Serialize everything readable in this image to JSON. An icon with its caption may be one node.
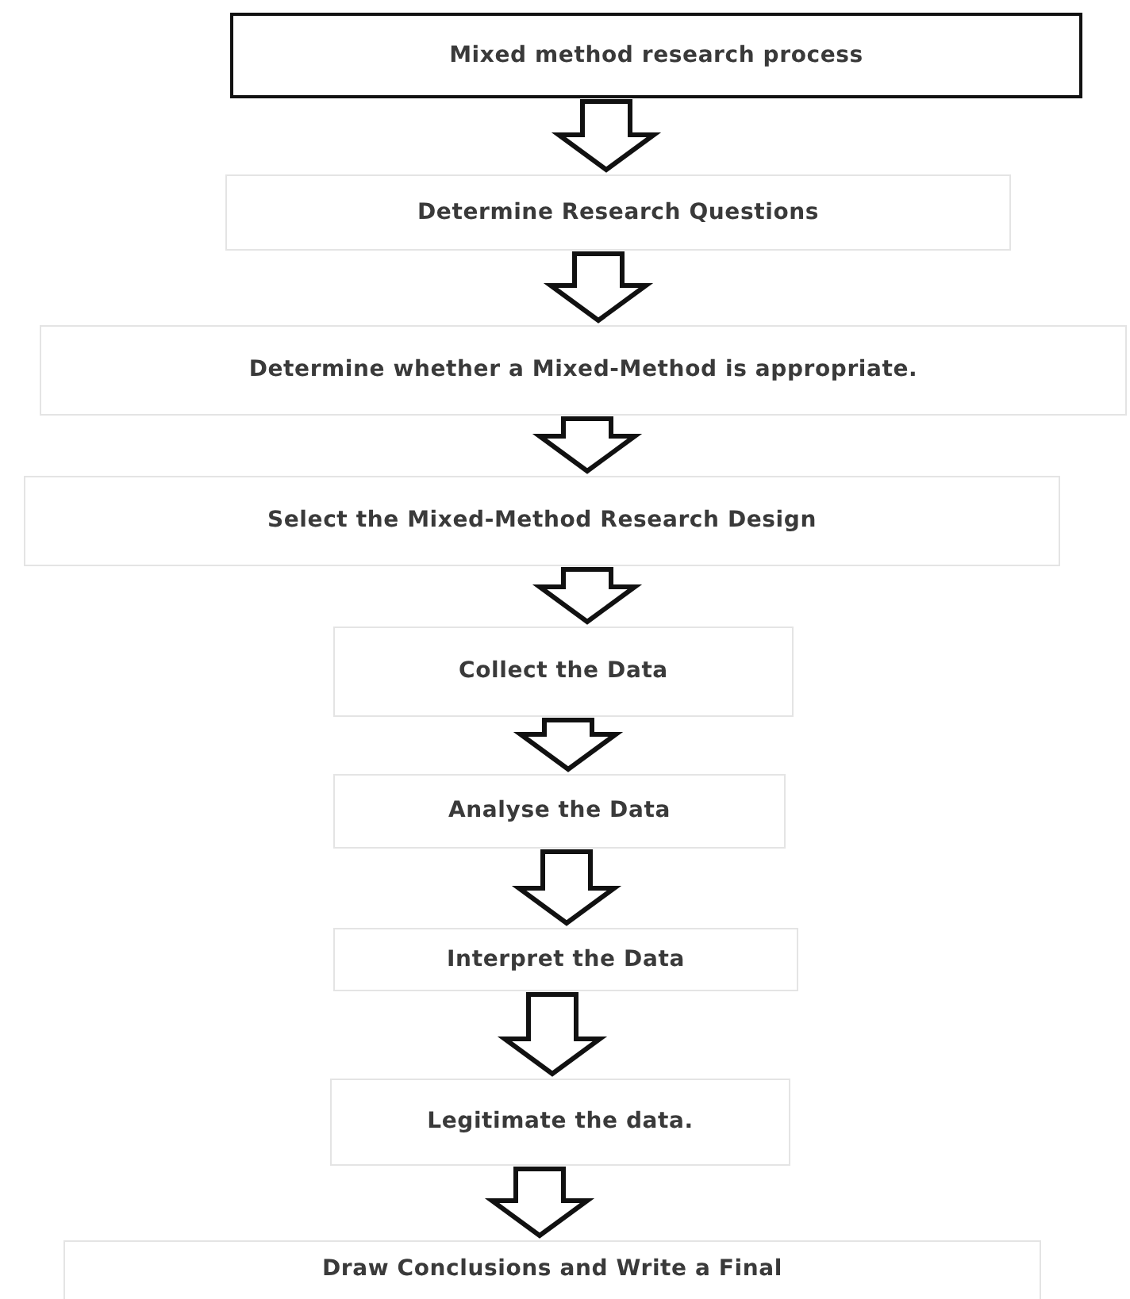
{
  "diagram": {
    "nodes": [
      {
        "text": [
          "Mixed method research process"
        ]
      },
      {
        "text": [
          "Determine Research Questions"
        ]
      },
      {
        "text": [
          "Determine whether a Mixed-Method is appropriate."
        ]
      },
      {
        "text": [
          "Select the Mixed-Method Research Design"
        ]
      },
      {
        "text": [
          "Collect the Data"
        ]
      },
      {
        "text": [
          "Analyse the Data"
        ]
      },
      {
        "text": [
          "Interpret the Data"
        ]
      },
      {
        "text": [
          "Legitimate the data."
        ]
      },
      {
        "text": [
          "Draw Conclusions and Write a Final"
        ]
      }
    ],
    "edges": [
      {
        "from": 0,
        "to": 1,
        "arrow": "to"
      },
      {
        "from": 1,
        "to": 2,
        "arrow": "to"
      },
      {
        "from": 2,
        "to": 3,
        "arrow": "to"
      },
      {
        "from": 3,
        "to": 4,
        "arrow": "to"
      },
      {
        "from": 4,
        "to": 5,
        "arrow": "to"
      },
      {
        "from": 5,
        "to": 6,
        "arrow": "to"
      },
      {
        "from": 6,
        "to": 7,
        "arrow": "to"
      },
      {
        "from": 7,
        "to": 8,
        "arrow": "to"
      }
    ]
  }
}
